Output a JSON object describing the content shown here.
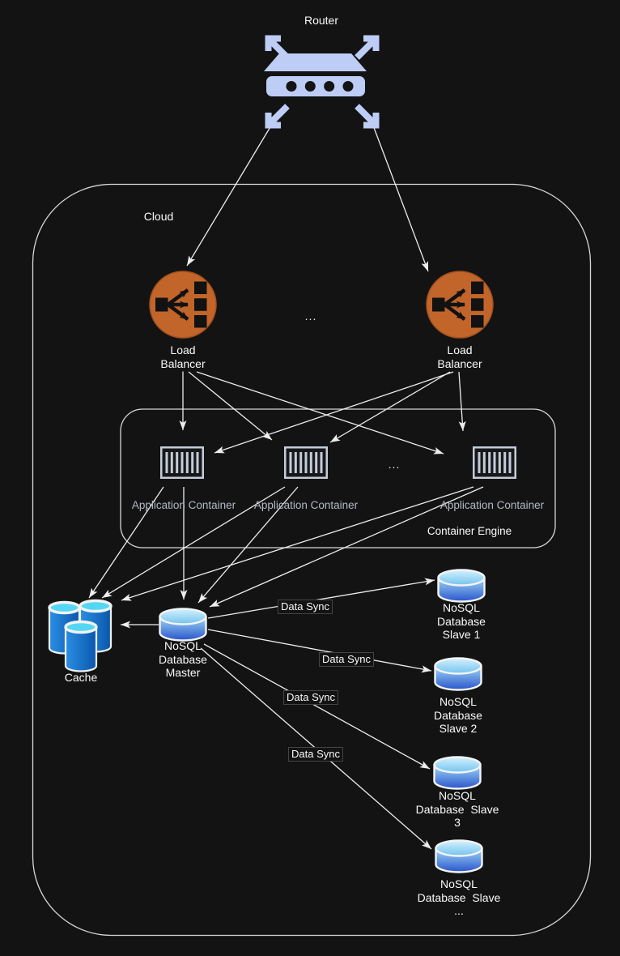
{
  "colors": {
    "background": "#131313",
    "line": "#EDEDED",
    "router_icon_blue": "#BDCDF5",
    "load_balancer_orange": "#C2652B",
    "container_stroke_gray": "#C4CCDB",
    "cache_body_blue": "#1878D2",
    "cache_top_cyan": "#54D7F3",
    "db_gradient_top": "#9ED8F7",
    "db_gradient_bottom": "#2B55CB"
  },
  "router": {
    "label": "Router"
  },
  "cloud": {
    "label": "Cloud"
  },
  "load_balancers": {
    "left": {
      "label": "Load\nBalancer"
    },
    "right": {
      "label": "Load\nBalancer"
    },
    "ellipsis": "..."
  },
  "container_engine": {
    "label": "Container Engine",
    "ellipsis": "...",
    "containers": [
      {
        "label": "Application Container"
      },
      {
        "label": "Application Container"
      },
      {
        "label": "Application Container"
      }
    ]
  },
  "cache": {
    "label": "Cache"
  },
  "databases": {
    "master": {
      "label": "NoSQL\nDatabase\nMaster"
    },
    "slaves": [
      {
        "label": "NoSQL\nDatabase\nSlave 1"
      },
      {
        "label": "NoSQL\nDatabase\nSlave 2"
      },
      {
        "label": "NoSQL\nDatabase  Slave\n3"
      },
      {
        "label": "NoSQL\nDatabase  Slave\n..."
      }
    ]
  },
  "edges": {
    "data_sync_labels": [
      "Data Sync",
      "Data Sync",
      "Data Sync",
      "Data Sync"
    ]
  }
}
